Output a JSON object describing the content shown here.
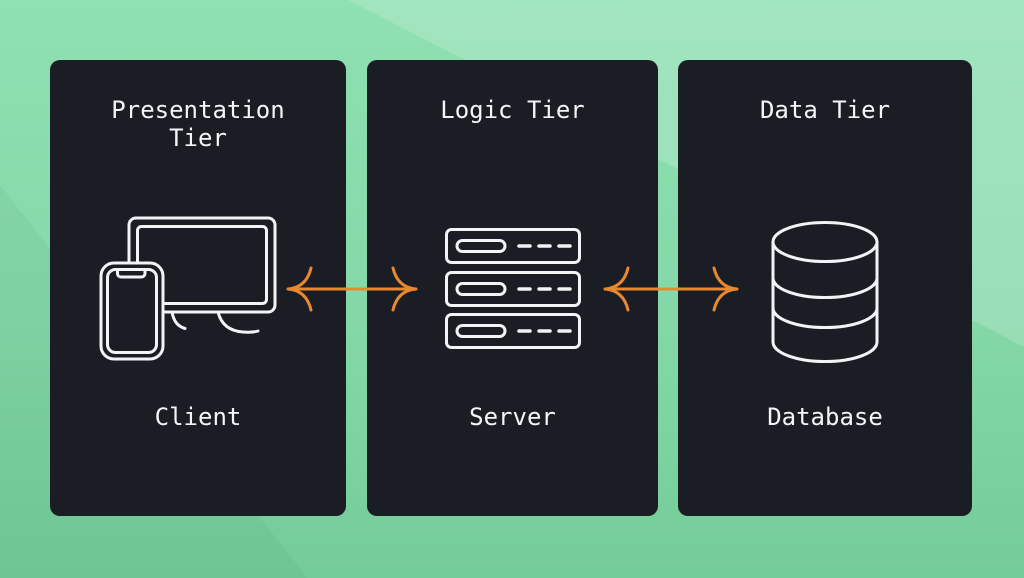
{
  "diagram": {
    "tiers": [
      {
        "title": "Presentation Tier",
        "label": "Client",
        "icon": "client-devices-icon"
      },
      {
        "title": "Logic Tier",
        "label": "Server",
        "icon": "server-stack-icon"
      },
      {
        "title": "Data Tier",
        "label": "Database",
        "icon": "database-icon"
      }
    ],
    "connections": [
      {
        "from": "Client",
        "to": "Server",
        "style": "bidirectional-arrow"
      },
      {
        "from": "Server",
        "to": "Database",
        "style": "bidirectional-arrow"
      }
    ],
    "colors": {
      "background_green_light": "#A9F0C7",
      "background_green_mid": "#84D8A8",
      "background_green_dark": "#74CC98",
      "card_background": "#1B1D25",
      "text": "#F4F5F6",
      "icon_stroke": "#F2F3F5",
      "arrow_orange": "#E8892F"
    }
  }
}
